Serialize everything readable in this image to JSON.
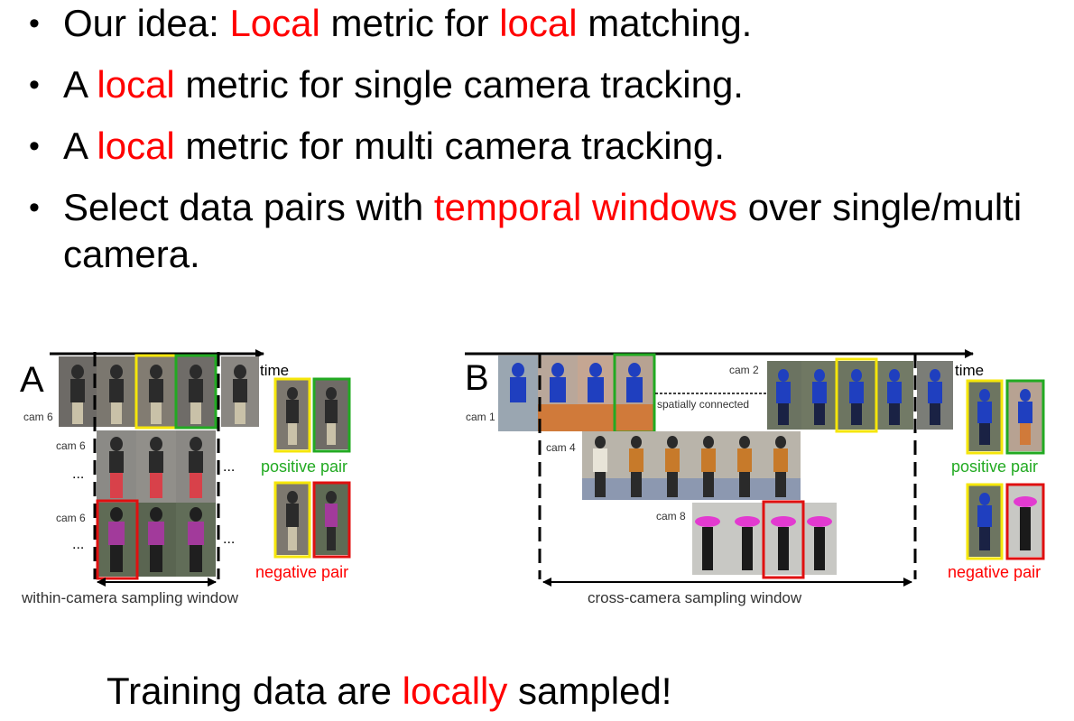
{
  "bullets": [
    {
      "parts": [
        {
          "text": "Our idea: ",
          "highlight": false
        },
        {
          "text": "Local",
          "highlight": true
        },
        {
          "text": " metric for ",
          "highlight": false
        },
        {
          "text": "local",
          "highlight": true
        },
        {
          "text": " matching.",
          "highlight": false
        }
      ]
    },
    {
      "parts": [
        {
          "text": "A ",
          "highlight": false
        },
        {
          "text": "local",
          "highlight": true
        },
        {
          "text": " metric for single camera tracking.",
          "highlight": false
        }
      ]
    },
    {
      "parts": [
        {
          "text": "A ",
          "highlight": false
        },
        {
          "text": "local",
          "highlight": true
        },
        {
          "text": " metric for multi camera tracking.",
          "highlight": false
        }
      ]
    },
    {
      "parts": [
        {
          "text": "Select data pairs with ",
          "highlight": false
        },
        {
          "text": "temporal windows",
          "highlight": true
        },
        {
          "text": " over single/multi camera.",
          "highlight": false
        }
      ]
    }
  ],
  "panel_a": {
    "letter": "A",
    "time_label": "time",
    "cam_labels": [
      "cam 6",
      "cam 6",
      "cam 6"
    ],
    "ellipsis": "...",
    "positive_label": "positive pair",
    "negative_label": "negative pair",
    "window_label": "within-camera sampling window"
  },
  "panel_b": {
    "letter": "B",
    "time_label": "time",
    "cam_labels": [
      "cam 1",
      "cam 2",
      "cam 4",
      "cam 8"
    ],
    "spatial_label": "spatially connected",
    "positive_label": "positive pair",
    "negative_label": "negative pair",
    "window_label": "cross-camera sampling window"
  },
  "bottom": {
    "parts": [
      {
        "text": "Training  data are ",
        "highlight": false
      },
      {
        "text": "locally",
        "highlight": true
      },
      {
        "text": " sampled!",
        "highlight": false
      }
    ]
  },
  "colors": {
    "highlight": "#ff0000",
    "positive": "#22aa22",
    "negative": "#ff0000",
    "box_yellow": "#f5e60a",
    "box_green": "#22aa22",
    "box_red": "#e01010"
  }
}
